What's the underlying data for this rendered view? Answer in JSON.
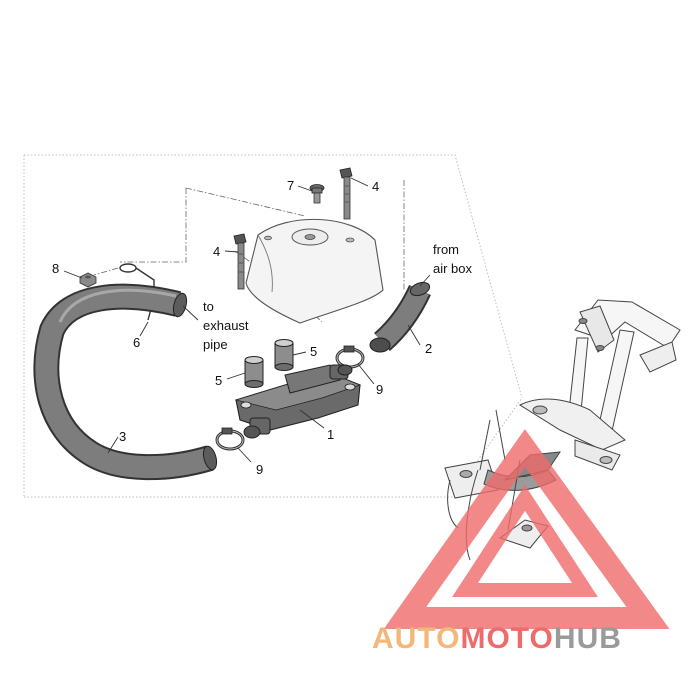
{
  "callouts": {
    "c1": "1",
    "c2": "2",
    "c3": "3",
    "c4a": "4",
    "c4b": "4",
    "c5a": "5",
    "c5b": "5",
    "c6": "6",
    "c7": "7",
    "c8": "8",
    "c9a": "9",
    "c9b": "9"
  },
  "notes": {
    "to_exhaust": [
      "to",
      "exhaust",
      "pipe"
    ],
    "from_airbox": [
      "from",
      "air box"
    ]
  },
  "watermark": {
    "part1": "AUTO",
    "part2": "MOTO",
    "part3": "HUB",
    "color_orange": "#f3b77a",
    "color_red": "#ef6b6b",
    "color_gray": "#9a9a9a"
  }
}
